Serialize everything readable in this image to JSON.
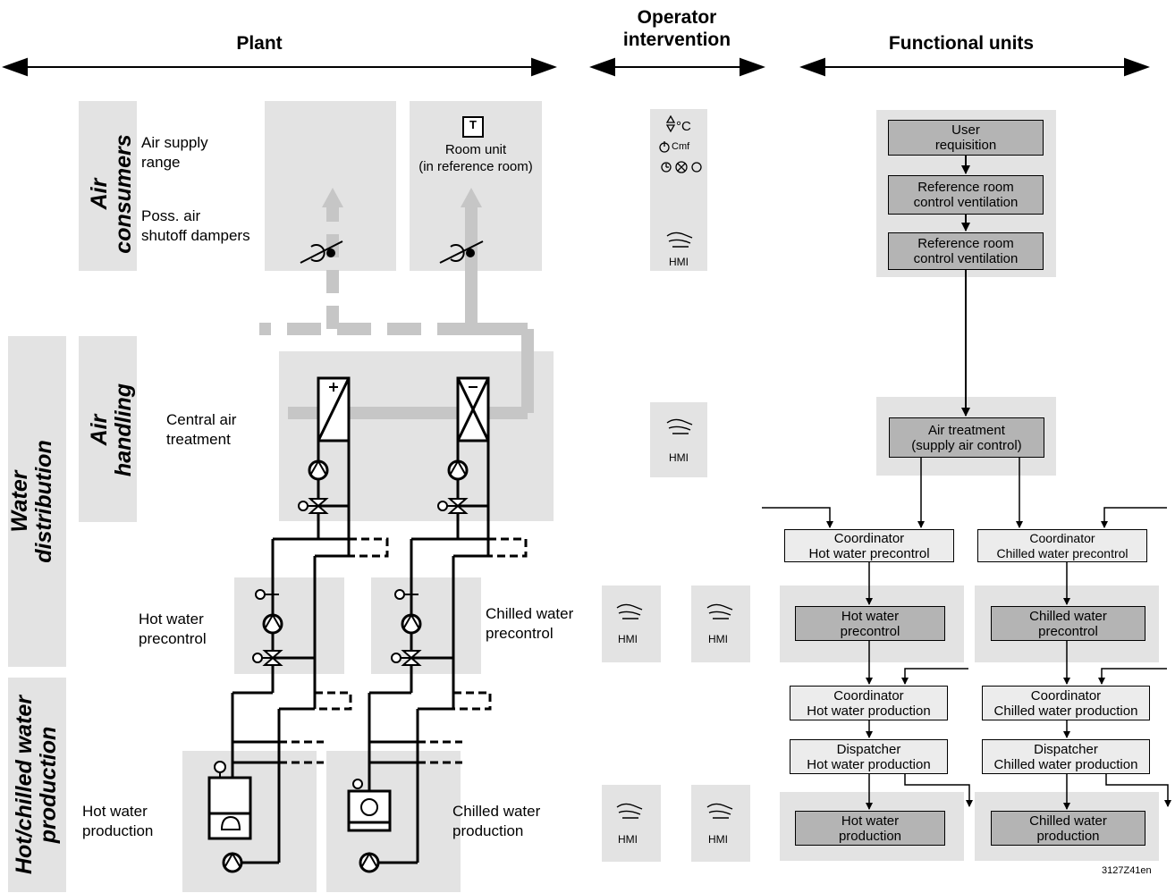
{
  "headers": {
    "plant": "Plant",
    "operator": "Operator\nintervention",
    "functional": "Functional units"
  },
  "side_labels": {
    "air_consumers": "Air\nconsumers",
    "air_handling": "Air\nhandling",
    "water_distribution": "Water\ndistribution",
    "production": "Hot/chilled water\nproduction"
  },
  "plant_labels": {
    "air_supply_range": "Air supply\nrange",
    "shutoff_dampers": "Poss. air\nshutoff dampers",
    "room_unit": "Room unit\n(in reference room)",
    "room_unit_symbol": "T",
    "central_air": "Central air\ntreatment",
    "hot_water_precontrol": "Hot water\nprecontrol",
    "chilled_water_precontrol": "Chilled water\nprecontrol",
    "hot_water_production": "Hot water\nproduction",
    "chilled_water_production": "Chilled water\nproduction"
  },
  "operator": {
    "hmi": "HMI",
    "temp": "°C",
    "cmf": "Cmf"
  },
  "functional_units": {
    "user_requisition": "User\nrequisition",
    "ref_room_1": "Reference room\ncontrol ventilation",
    "ref_room_2": "Reference room\ncontrol ventilation",
    "air_treatment": "Air treatment\n(supply air control)",
    "coord_hw_pre": "Coordinator\nHot water precontrol",
    "coord_cw_pre": "Coordinator\nChilled water precontrol",
    "hw_precontrol": "Hot water\nprecontrol",
    "cw_precontrol": "Chilled water\nprecontrol",
    "coord_hw_prod": "Coordinator\nHot water production",
    "coord_cw_prod": "Coordinator\nChilled water production",
    "disp_hw_prod": "Dispatcher\nHot water production",
    "disp_cw_prod": "Dispatcher\nChilled water production",
    "hw_production": "Hot water\nproduction",
    "cw_production": "Chilled water\nproduction"
  },
  "figure_id": "3127Z41en"
}
